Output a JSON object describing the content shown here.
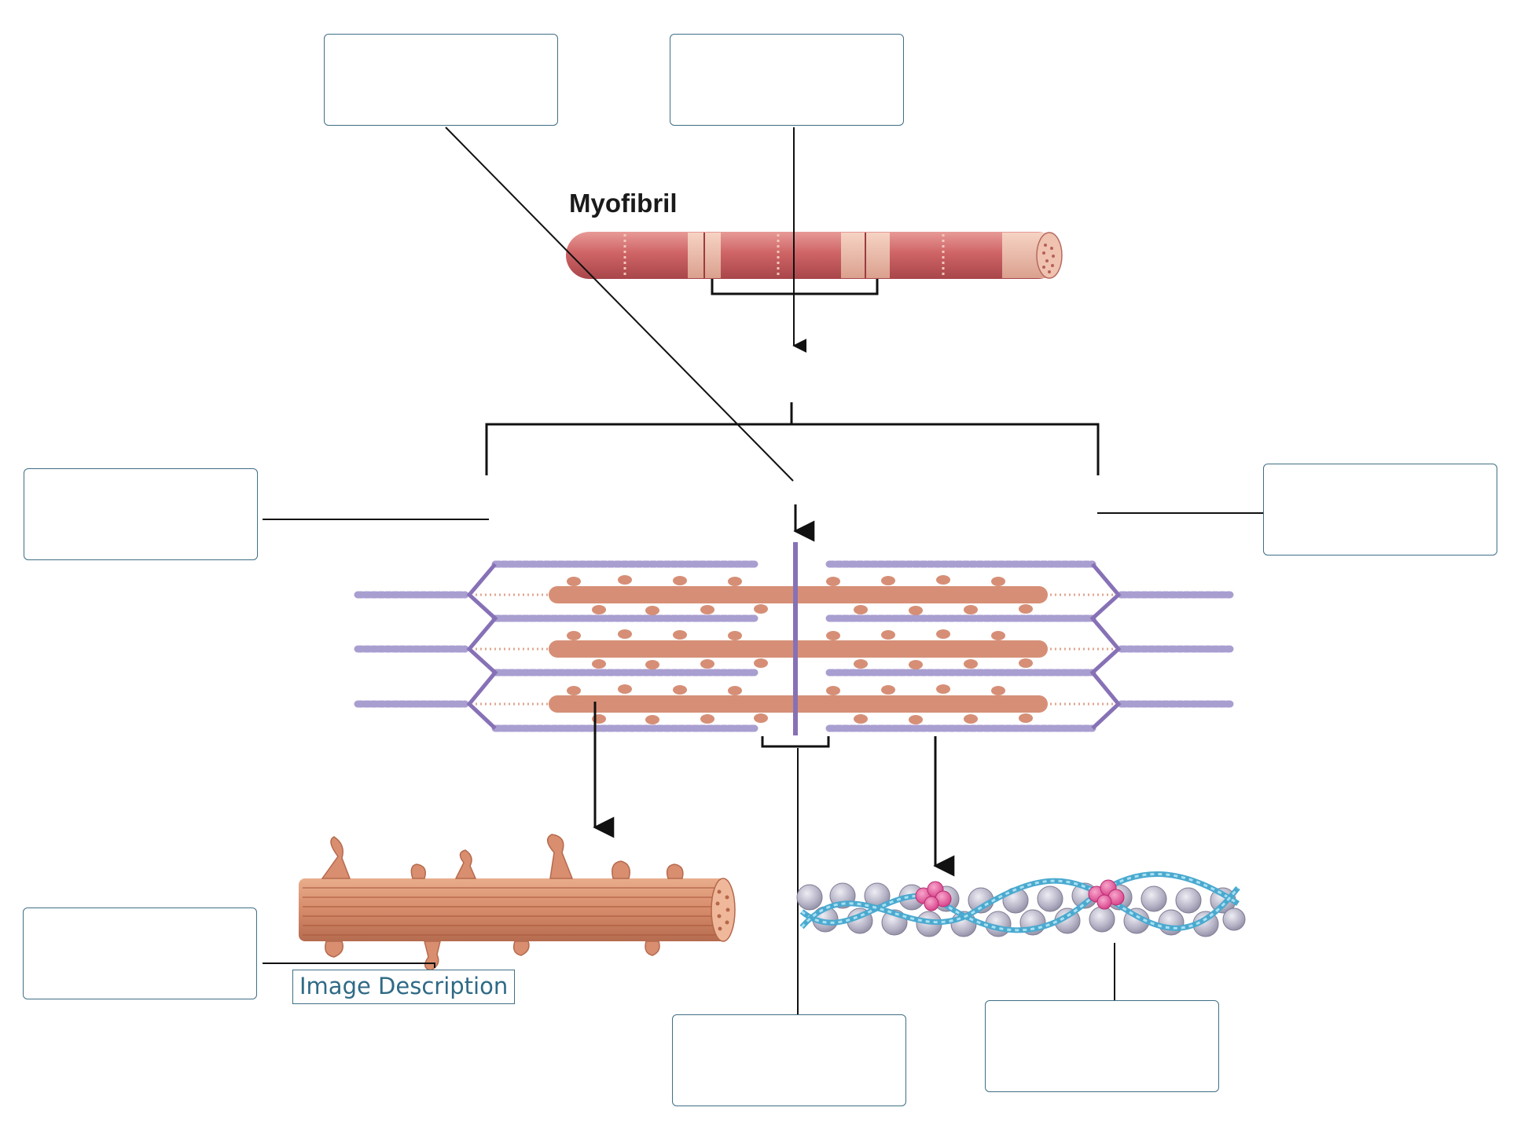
{
  "diagram": {
    "title": "Myofibril",
    "image_description_link": "Image Description"
  },
  "label_boxes": [
    {
      "id": "top-left",
      "value": ""
    },
    {
      "id": "top-center",
      "value": ""
    },
    {
      "id": "mid-left",
      "value": ""
    },
    {
      "id": "mid-right",
      "value": ""
    },
    {
      "id": "bottom-left",
      "value": ""
    },
    {
      "id": "bottom-center",
      "value": ""
    },
    {
      "id": "bottom-right",
      "value": ""
    }
  ],
  "colors": {
    "box_border": "#3f6f86",
    "myofibril": "#c85a5e",
    "myofibril_band": "#eab8a7",
    "myosin": "#d68f76",
    "actin": "#a99ed0",
    "z_line": "#8771b6",
    "actin_bead": "#b9b6c9",
    "tropomyosin": "#6fc0dd",
    "troponin": "#e4579a",
    "link_text": "#2f6a86"
  }
}
